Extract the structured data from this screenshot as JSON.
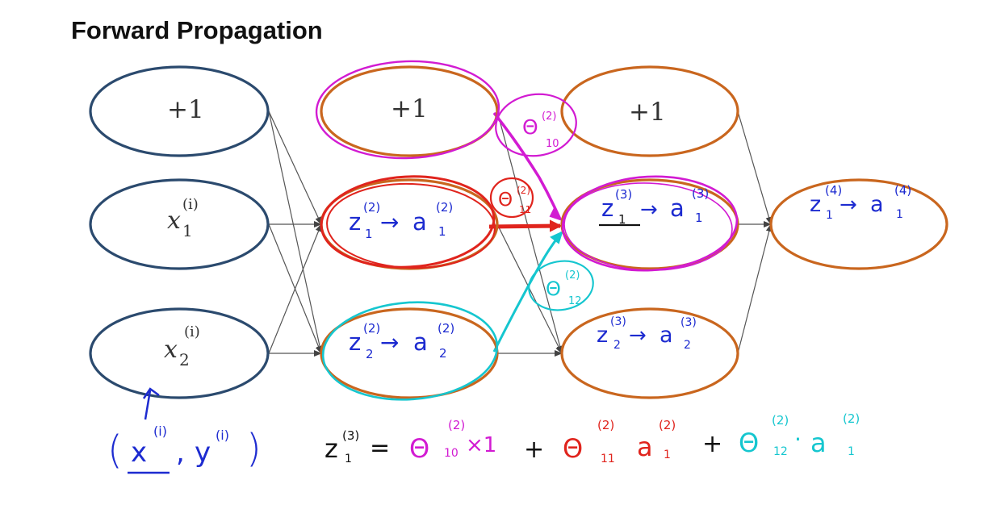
{
  "title": "Forward Propagation",
  "colors": {
    "input_node": "#2b4a6e",
    "hidden_node": "#c9661e",
    "edge": "#555555",
    "ink_blue": "#1d2bd0",
    "ink_magenta": "#d21bd2",
    "ink_red": "#e0241d",
    "ink_cyan": "#15c6cf",
    "ink_black": "#111111"
  },
  "input_layer": {
    "bias": "+1",
    "x1": {
      "base": "x",
      "sub": "1",
      "sup": "(i)"
    },
    "x2": {
      "base": "x",
      "sub": "2",
      "sup": "(i)"
    }
  },
  "layer2": {
    "bias": "+1",
    "unit1": {
      "z": "z",
      "z_sup": "(2)",
      "z_sub": "1",
      "arrow": "→",
      "a": "a",
      "a_sup": "(2)",
      "a_sub": "1"
    },
    "unit2": {
      "z": "z",
      "z_sup": "(2)",
      "z_sub": "2",
      "arrow": "→",
      "a": "a",
      "a_sup": "(2)",
      "a_sub": "2"
    }
  },
  "layer3": {
    "bias": "+1",
    "unit1": {
      "z": "z",
      "z_sup": "(3)",
      "z_sub": "1",
      "arrow": "→",
      "a": "a",
      "a_sup": "(3)",
      "a_sub": "1"
    },
    "unit2": {
      "z": "z",
      "z_sup": "(3)",
      "z_sub": "2",
      "arrow": "→",
      "a": "a",
      "a_sup": "(3)",
      "a_sub": "2"
    }
  },
  "output_layer": {
    "unit1": {
      "z": "z",
      "z_sup": "(4)",
      "z_sub": "1",
      "arrow": "→",
      "a": "a",
      "a_sup": "(4)",
      "a_sub": "1"
    }
  },
  "weight_labels": {
    "magenta": {
      "theta": "Θ",
      "sup": "(2)",
      "sub": "10"
    },
    "red": {
      "theta": "Θ",
      "sup": "(2)",
      "sub": "11"
    },
    "cyan": {
      "theta": "Θ",
      "sup": "(2)",
      "sub": "12"
    }
  },
  "training_example": {
    "open": "(",
    "x": "x",
    "x_sup": "(i)",
    "comma": ",",
    "y": "y",
    "y_sup": "(i)",
    "close": ")"
  },
  "equation": {
    "lhs": "z",
    "lhs_sup": "(3)",
    "lhs_sub": "1",
    "equals": "=",
    "term1_theta": "Θ",
    "term1_sup": "(2)",
    "term1_sub": "10",
    "term1_rest": "×1",
    "plus1": "+",
    "term2_theta": "Θ",
    "term2_sup": "(2)",
    "term2_sub": "11",
    "term2_a": "a",
    "term2_a_sup": "(2)",
    "term2_a_sub": "1",
    "plus2": "+",
    "term3_theta": "Θ",
    "term3_sup": "(2)",
    "term3_sub": "12",
    "term3_dot": "·",
    "term3_a": "a",
    "term3_a_sup": "(2)",
    "term3_a_sub": "1"
  }
}
